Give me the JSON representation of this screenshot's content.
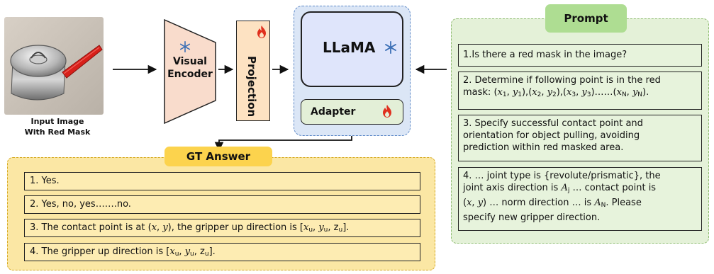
{
  "input": {
    "label_line1": "Input Image",
    "label_line2": "With Red Mask",
    "icon": "pot-with-red-handle-photo"
  },
  "visual_encoder": {
    "line1": "Visual",
    "line2": "Encoder",
    "icon": "snowflake-icon"
  },
  "projection": {
    "label": "Projection",
    "icon": "flame-icon"
  },
  "llama": {
    "label": "LLaMA",
    "icon": "snowflake-icon"
  },
  "adapter": {
    "label": "Adapter",
    "icon": "flame-icon"
  },
  "gt_answer": {
    "title": "GT Answer",
    "items": [
      {
        "text": "1. Yes."
      },
      {
        "text": "2. Yes, no, yes…….no."
      },
      {
        "p1": "3. The contact point is at (",
        "x": "x",
        "c1": ", ",
        "y": "y",
        "p2": "), the gripper up direction is [",
        "xu": "x",
        "xu_sub": "u",
        "c2": ", ",
        "yu": "y",
        "yu_sub": "u",
        "c3": ", ",
        "zu": "z",
        "zu_sub": "u",
        "p3": "]."
      },
      {
        "p1": "4. The gripper up direction is [",
        "xu": "x",
        "xu_sub": "u",
        "c1": ", ",
        "yu": "y",
        "yu_sub": "u",
        "c2": ", ",
        "zu": "z",
        "zu_sub": "u",
        "p2": "]."
      }
    ]
  },
  "prompt": {
    "title": "Prompt",
    "items": [
      {
        "line1": "1.Is there a red mask in the image?"
      },
      {
        "line1": "2. Determine if following point is in the red",
        "l2_pre": "mask: ",
        "o1": "(",
        "x1": "x",
        "x1s": "1",
        "cm1": ", ",
        "y1": "y",
        "y1s": "1",
        "cl1": ")",
        "cma": ",",
        "o2": "(",
        "x2": "x",
        "x2s": "2",
        "cm2": ", ",
        "y2": "y",
        "y2s": "2",
        "cl2": ")",
        "cmb": ",",
        "o3": "(",
        "x3": "x",
        "x3s": "3",
        "cm3": ", ",
        "y3": "y",
        "y3s": "3",
        "cl3": ")",
        "dots": "……",
        "o4": "(",
        "xn": "x",
        "xns": "N",
        "cm4": ", ",
        "yn": "y",
        "yns": "N",
        "cl4": ").",
        "end": ""
      },
      {
        "line1": "3. Specify successful contact point and",
        "line2": "orientation for object pulling, avoiding",
        "line3": "prediction within red masked area."
      },
      {
        "line1": "4. … joint type is {revolute/prismatic}, the",
        "l2_pre": "joint axis direction is ",
        "a": "A",
        "a_sub": "j",
        "l2_post": "  … contact point is",
        "l3_o": "(",
        "l3_x": "x",
        "l3_c": ", ",
        "l3_y": "y",
        "l3_post": ") … norm direction … is ",
        "an": "A",
        "an_sub": "N",
        "l3_end": ". Please",
        "line4": "specify new gripper direction."
      }
    ]
  },
  "colors": {
    "encoder_fill": "#f9dccc",
    "projection_fill": "#fde2c2",
    "llama_group_fill": "#dbe6f6",
    "gt_fill": "#fbe7a4",
    "prompt_fill": "#e4f1d8",
    "flame": "#e0301e",
    "snowflake": "#3b6fb6"
  }
}
